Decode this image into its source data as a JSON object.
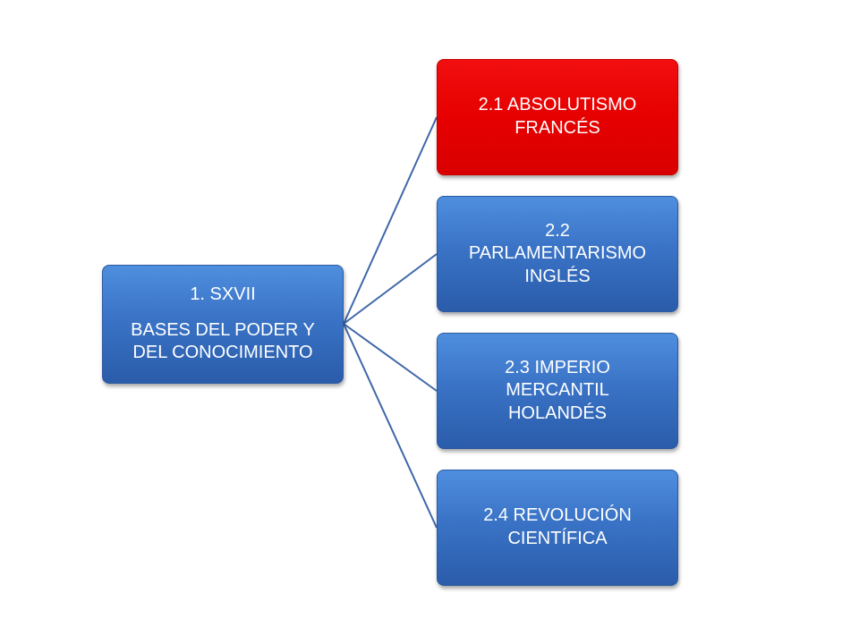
{
  "diagram": {
    "root": {
      "line1": "1. SXVII",
      "line2": "BASES DEL PODER Y",
      "line3": "DEL CONOCIMIENTO"
    },
    "children": [
      {
        "line1": "2.1 ABSOLUTISMO",
        "line2": "FRANCÉS",
        "color": "#e60000"
      },
      {
        "line1": "2.2",
        "line2": "PARLAMENTARISMO",
        "line3": "INGLÉS",
        "color": "#3a73c6"
      },
      {
        "line1": "2.3 IMPERIO",
        "line2": "MERCANTIL",
        "line3": "HOLANDÉS",
        "color": "#3a73c6"
      },
      {
        "line1": "2.4 REVOLUCIÓN",
        "line2": "CIENTÍFICA",
        "color": "#3a73c6"
      }
    ],
    "connector_color": "#3f67a8"
  }
}
